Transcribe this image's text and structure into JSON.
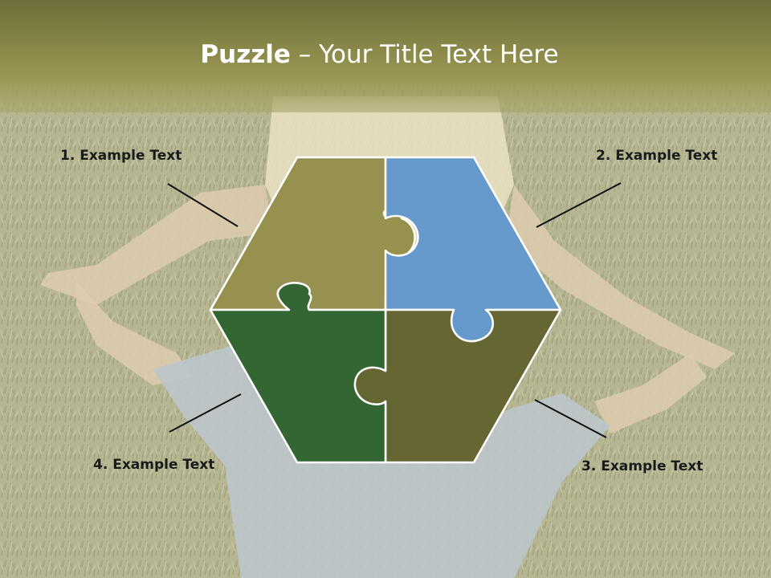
{
  "slide": {
    "title_bold": "Puzzle",
    "title_rest": " – Your Title Text Here"
  },
  "labels": {
    "item1": "1. Example Text",
    "item2": "2. Example Text",
    "item3": "3. Example Text",
    "item4": "4. Example Text"
  },
  "colors": {
    "title_band": "#7a7a3c",
    "piece_top_left": "#96914f",
    "piece_top_right": "#6699cc",
    "piece_bottom_right": "#666633",
    "piece_bottom_left": "#336633",
    "background_photo": "grass-with-person-lying-arms-out"
  }
}
